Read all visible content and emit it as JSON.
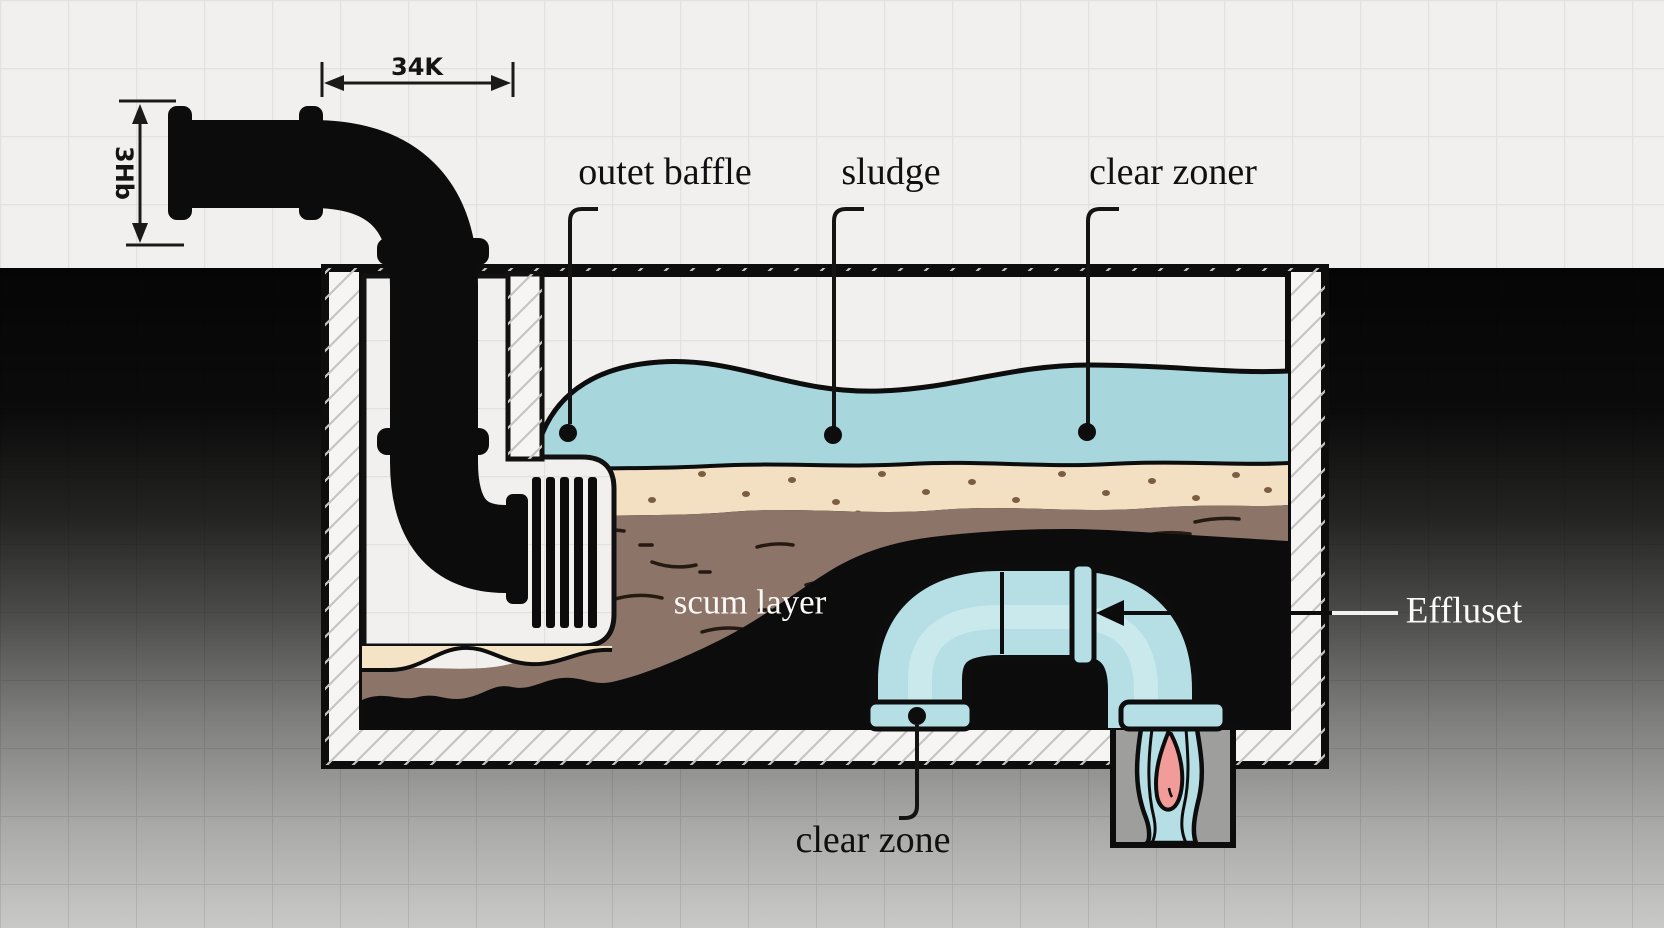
{
  "labels": {
    "outlet_baffle": "outet baffle",
    "sludge": "sludge",
    "clear_zoner": "clear zoner",
    "scum_layer": "scum layer",
    "effluent": "Effluset",
    "clear_zone": "clear zone"
  },
  "dimensions": {
    "width_label": "34K",
    "depth_label": "3Hb"
  },
  "colors": {
    "background_grid": "#f1f0ee",
    "ground_dark": "#050505",
    "ground_light": "#c6c6c4",
    "tank_wall": "#f6f5f3",
    "water": "#a7d7dd",
    "tan_layer": "#f3e0c2",
    "sludge_brown": "#8d7468",
    "black_layer": "#0c0c0c",
    "pipe_black": "#0c0c0c",
    "pipe_blue": "#b5dfe5",
    "effluent_pink": "#f19c99",
    "shaft_gray": "#9e9e9c"
  }
}
